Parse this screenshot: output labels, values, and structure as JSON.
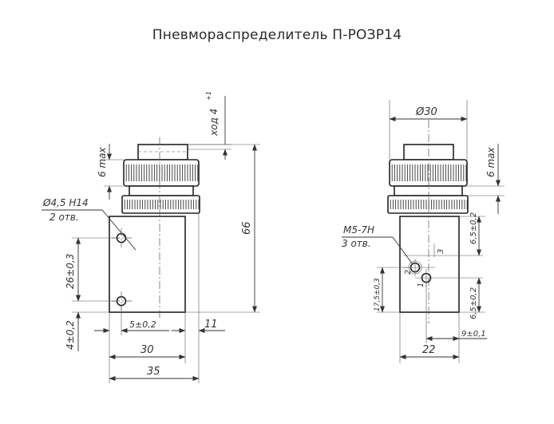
{
  "title": "Пневмораспределитель П-РОЗР14",
  "left_view": {
    "stroke_label": "ход 4",
    "stroke_tol": "+1",
    "max_label": "6 max",
    "hole_label": "Ø4,5 H14",
    "hole_count": "2 отв.",
    "height_66": "66",
    "dim_26": "26±0,3",
    "dim_4": "4±0,2",
    "dim_5": "5±0,2",
    "dim_11": "11",
    "dim_30": "30",
    "dim_35": "35"
  },
  "right_view": {
    "dia_label": "Ø30",
    "max_label": "6 max",
    "thread_label": "М5-7Н",
    "thread_count": "3 отв.",
    "dim_65_top": "6,5±0,2",
    "dim_175": "17,5±0,3",
    "dim_65_bottom": "6,5±0,2",
    "dim_9": "9±0,1",
    "dim_22": "22",
    "port_1": "1",
    "port_2": "2",
    "port_3": "3"
  }
}
